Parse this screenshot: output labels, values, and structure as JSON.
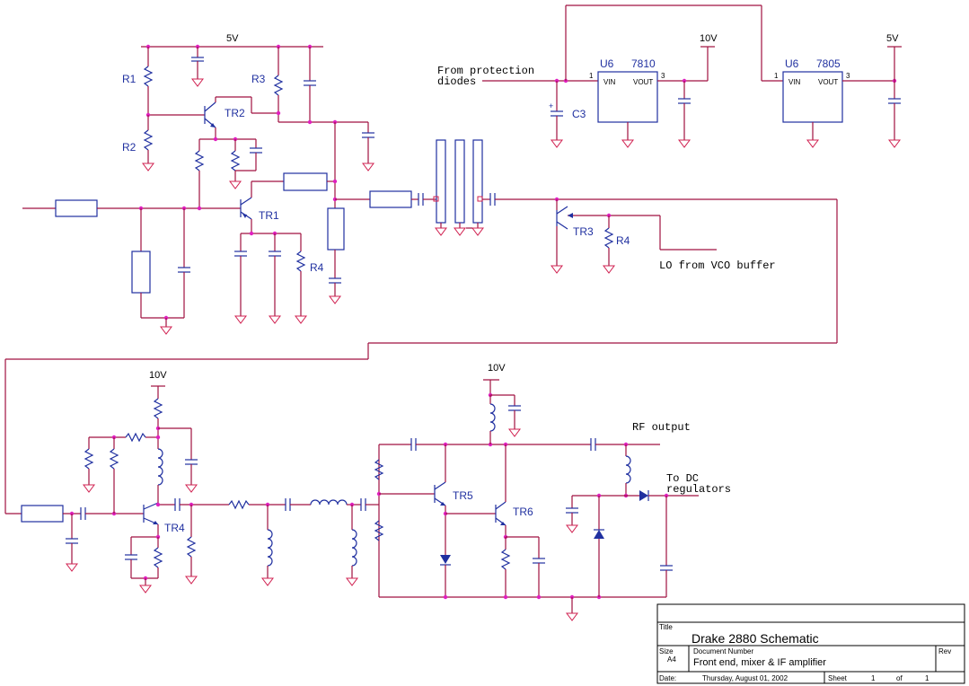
{
  "rails": {
    "top_5v": "5V",
    "reg1_out": "10V",
    "reg2_out": "5V",
    "bottom_left_10v": "10V",
    "bottom_right_10v": "10V"
  },
  "notes": {
    "protection_line1": "From protection",
    "protection_line2": "diodes",
    "lo": "LO from VCO buffer",
    "rf_output": "RF output",
    "dc_line1": "To DC",
    "dc_line2": "regulators"
  },
  "components": {
    "R1": "R1",
    "R2": "R2",
    "R3": "R3",
    "TR1": "TR1",
    "TR2": "TR2",
    "TR3": "TR3",
    "TR4": "TR4",
    "TR5": "TR5",
    "TR6": "TR6",
    "R4_a": "R4",
    "R4_b": "R4",
    "C3": "C3",
    "U6_a": "U6",
    "U6_b": "U6",
    "reg1_part": "7810",
    "reg2_part": "7805",
    "vin": "VIN",
    "vout": "VOUT",
    "pin1": "1",
    "pin3": "3"
  },
  "title_block": {
    "title_label": "Title",
    "title": "Drake 2880  Schematic",
    "size_label": "Size",
    "size": "A4",
    "docnum_label": "Document Number",
    "docnum": "Front end, mixer & IF amplifier",
    "rev_label": "Rev",
    "date_label": "Date:",
    "date": "Thursday, August 01, 2002",
    "sheet_label": "Sheet",
    "sheet": "1",
    "of_label": "of",
    "total": "1"
  }
}
